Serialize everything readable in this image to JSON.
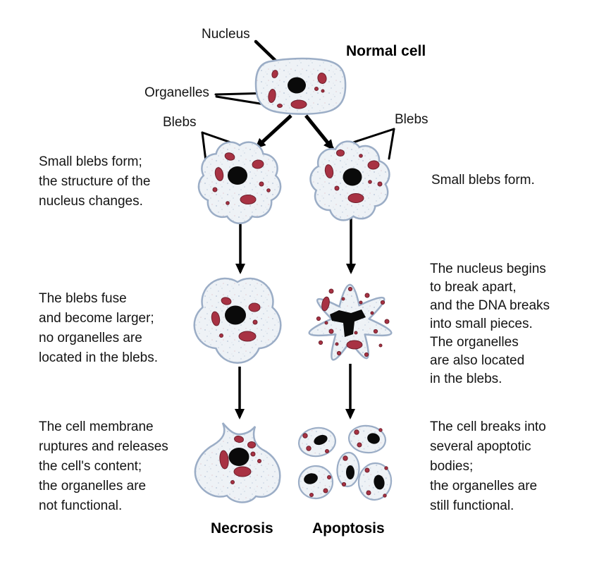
{
  "labels": {
    "nucleus": "Nucleus",
    "organelles": "Organelles",
    "blebs_left": "Blebs",
    "blebs_right": "Blebs",
    "normal_cell": "Normal cell",
    "necrosis": "Necrosis",
    "apoptosis": "Apoptosis"
  },
  "necrosis_steps": [
    "Small blebs form;\nthe structure of the\nnucleus changes.",
    "The blebs fuse\nand become larger;\nno organelles are\nlocated in the blebs.",
    "The cell membrane\nruptures and releases\nthe cell's content;\nthe organelles are\nnot functional."
  ],
  "apoptosis_steps": [
    "Small blebs form.",
    "The nucleus begins\nto break apart,\nand the DNA breaks\ninto small pieces.\nThe organelles\nare also located\nin the blebs.",
    "The cell breaks into\nseveral apoptotic\nbodies;\nthe organelles are\nstill functional."
  ],
  "colors": {
    "background": "#ffffff",
    "cell_fill": "#eef2f6",
    "cell_outline": "#9badc6",
    "organelle": "#a83243",
    "organelle_outline": "#6e1f2c",
    "nucleus": "#0a0a0a",
    "arrow": "#000000",
    "text": "#141414"
  }
}
